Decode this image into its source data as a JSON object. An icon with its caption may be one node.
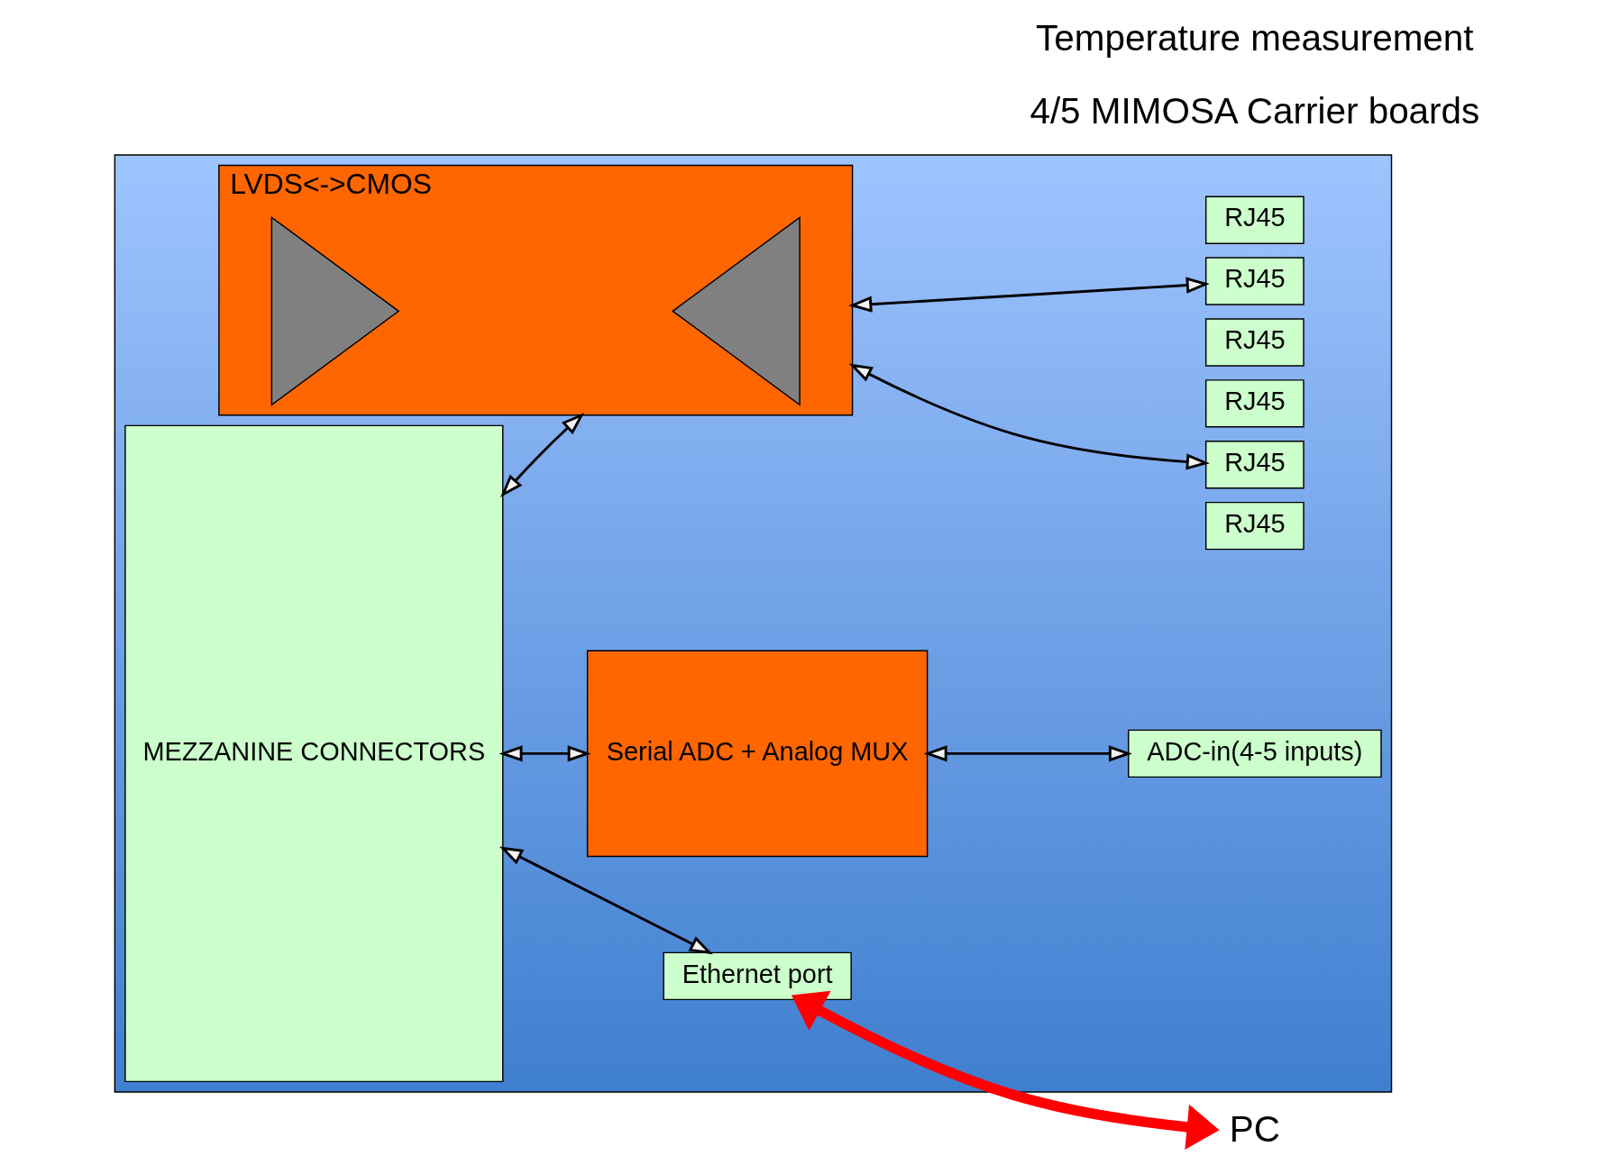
{
  "diagram": {
    "nodes": [
      {
        "text": [],
        "shape": "box"
      },
      {
        "text": [
          "MEZZANINE CONNECTORS"
        ],
        "in": 0
      },
      {
        "text": [
          "LVDS<->CMOS"
        ],
        "in": 0
      },
      {
        "text": [],
        "shape": "triangle",
        "in": 2
      },
      {
        "text": [],
        "shape": "triangle",
        "in": 2
      },
      {
        "text": [
          "RJ45"
        ],
        "in": 0
      },
      {
        "text": [
          "RJ45"
        ],
        "in": 0
      },
      {
        "text": [
          "RJ45"
        ],
        "in": 0
      },
      {
        "text": [
          "RJ45"
        ],
        "in": 0
      },
      {
        "text": [
          "RJ45"
        ],
        "in": 0
      },
      {
        "text": [
          "RJ45"
        ],
        "in": 0
      },
      {
        "text": [
          "Serial ADC + Analog MUX"
        ],
        "in": 0
      },
      {
        "text": [
          "ADC-in(4-5 inputs)"
        ],
        "in": 0
      },
      {
        "text": [
          "Ethernet port"
        ],
        "in": 0
      },
      {
        "text": [
          "PC"
        ]
      }
    ],
    "edges": [
      {
        "from": 1,
        "to": 2,
        "arrow": "both"
      },
      {
        "from": 2,
        "to": 6,
        "arrow": "both"
      },
      {
        "from": 2,
        "to": 9,
        "arrow": "both"
      },
      {
        "from": 1,
        "to": 11,
        "arrow": "both"
      },
      {
        "from": 11,
        "to": 12,
        "arrow": "both"
      },
      {
        "from": 1,
        "to": 13,
        "arrow": "both"
      },
      {
        "from": 13,
        "to": 14,
        "arrow": "both",
        "style": "thick",
        "color": "#ff0000"
      }
    ],
    "labels": [
      "4/5 MIMOSA Carrier boards",
      "Temperature measurement"
    ]
  }
}
